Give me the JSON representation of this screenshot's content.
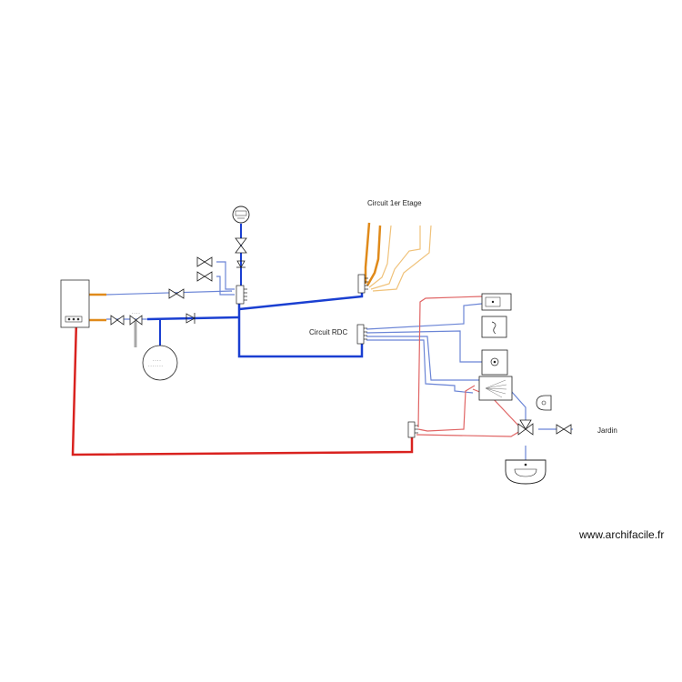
{
  "labels": {
    "circuit_etage": "Circuit 1er Etage",
    "circuit_rdc": "Circuit RDC",
    "jardin": "Jardin",
    "watermark": "www.archifacile.fr"
  },
  "colors": {
    "cold_main": "#1a3fd1",
    "cold_branch": "#6b85d6",
    "hot_main": "#d9221f",
    "hot_branch": "#e06464",
    "etage_main": "#e08a1a",
    "etage_light": "#f0c27a",
    "meter_drain": "#a8a8a8"
  },
  "icons": [
    "boiler-icon",
    "water-meter-icon",
    "valve-icon",
    "check-valve-icon",
    "manifold-icon",
    "expansion-vessel-icon",
    "sink-icon",
    "toilet-icon",
    "shower-icon",
    "washbasin-icon",
    "outdoor-tap-icon"
  ]
}
